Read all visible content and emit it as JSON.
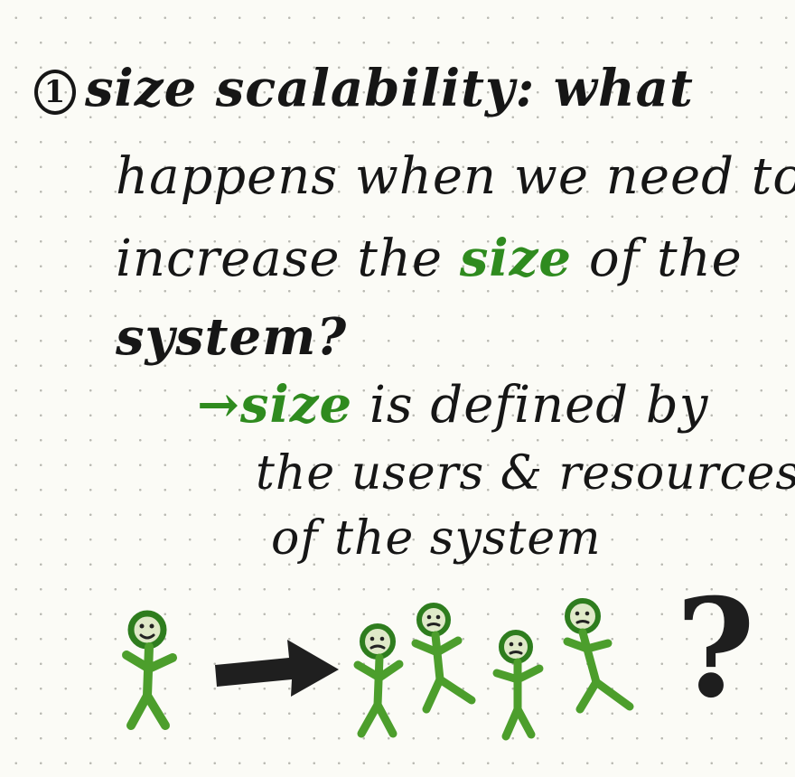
{
  "note": {
    "number": "1",
    "line1": {
      "term": "size scalability",
      "rest": ": what"
    },
    "line2": "happens when we need to",
    "line3": {
      "pre": "increase the ",
      "highlight": "size",
      "post": " of the"
    },
    "line4": "system?",
    "sub_line1": {
      "arrow": "→",
      "highlight": "size",
      "post": " is defined by"
    },
    "sub_line2": "the users & resources",
    "sub_line3": "of the system",
    "question_mark": "?"
  },
  "colors": {
    "ink": "#161616",
    "green": "#2f8b1f",
    "green_light": "#6cc04a",
    "paper": "#fbfbf6",
    "dot": "#b9b9b2"
  },
  "illustration": {
    "before_figures": 1,
    "after_figures": 4,
    "arrow": "right-arrow",
    "symbol": "question-mark"
  }
}
